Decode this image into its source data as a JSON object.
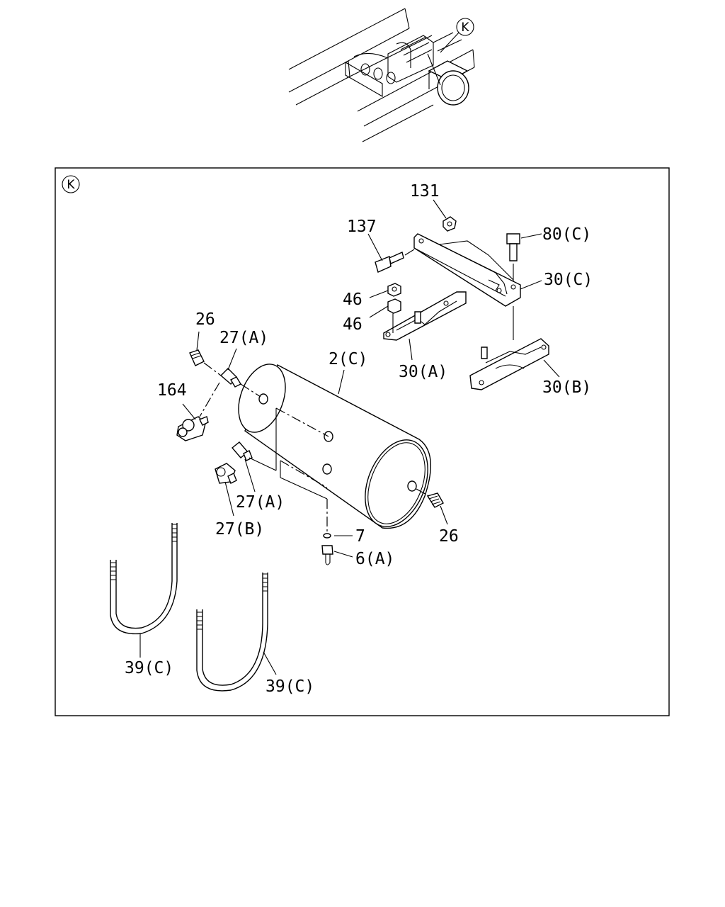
{
  "overview": {
    "callout": "K"
  },
  "detail": {
    "callout": "K"
  },
  "labels": {
    "p131": "131",
    "p137": "137",
    "p80c": "80(C)",
    "p30c": "30(C)",
    "p46a": "46",
    "p46b": "46",
    "p30a": "30(A)",
    "p30b": "30(B)",
    "p26a": "26",
    "p27a1": "27(A)",
    "p2c": "2(C)",
    "p164": "164",
    "p27a2": "27(A)",
    "p27b": "27(B)",
    "p7": "7",
    "p6a": "6(A)",
    "p26b": "26",
    "p39c1": "39(C)",
    "p39c2": "39(C)"
  }
}
